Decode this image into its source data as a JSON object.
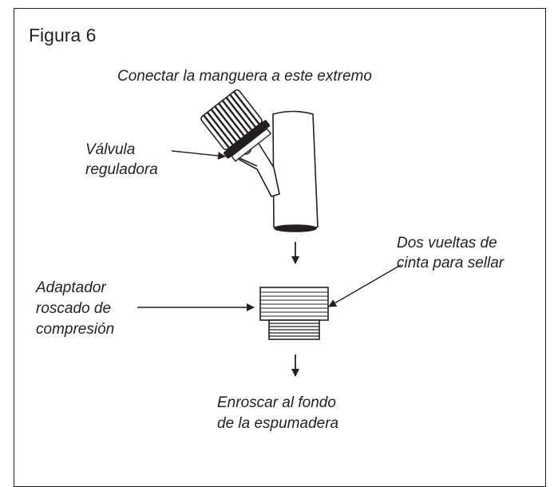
{
  "figure_title": "Figura 6",
  "labels": {
    "connect_hose": "Conectar la manguera a este extremo",
    "valve_line1": "Válvula",
    "valve_line2": "reguladora",
    "tape_line1": "Dos vueltas de",
    "tape_line2": "cinta para sellar",
    "adapter_line1": "Adaptador",
    "adapter_line2": "roscado de",
    "adapter_line3": "compresión",
    "screw_line1": "Enroscar al fondo",
    "screw_line2": "de la espumadera"
  },
  "colors": {
    "ink": "#231f20",
    "background": "#ffffff"
  }
}
